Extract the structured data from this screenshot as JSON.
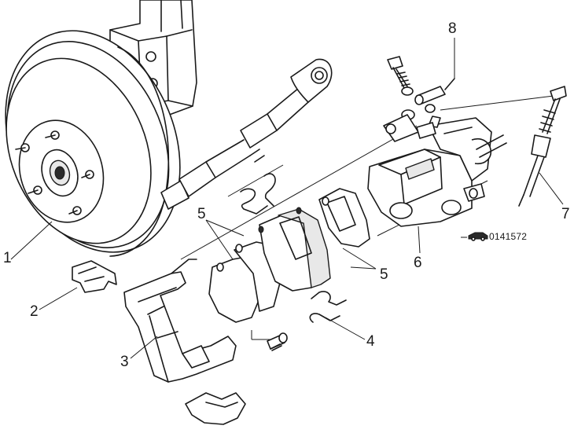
{
  "callouts": {
    "c1": "1",
    "c2": "2",
    "c3": "3",
    "c4": "4",
    "c5a": "5",
    "c5b": "5",
    "c6": "6",
    "c7": "7",
    "c8": "8"
  },
  "figure_code": "0141572"
}
